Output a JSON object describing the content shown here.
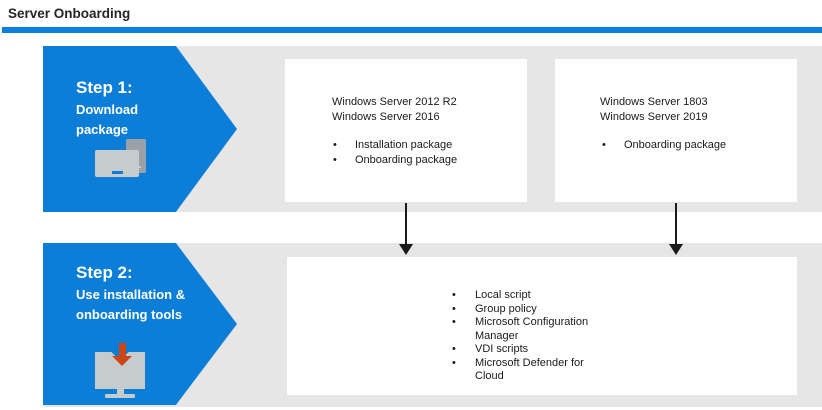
{
  "title": "Server Onboarding",
  "bullet_glyph": "•",
  "colors": {
    "accent_blue": "#0C7ED8",
    "rule_blue": "#0A80DD",
    "panel_gray": "#E6E6E6",
    "box_white": "#FFFFFF",
    "text_dark": "#1A1A1A",
    "arrow_black": "#1A1A1A",
    "icon_gray_light": "#C6CBCE",
    "icon_gray_dark": "#9BA1A6",
    "download_red": "#CB4717",
    "title_dark": "#252525"
  },
  "steps": [
    {
      "label": "Step 1:",
      "description_lines": [
        "Download package"
      ],
      "icon": "devices-icon"
    },
    {
      "label": "Step 2:",
      "description_lines": [
        "Use installation &",
        "onboarding tools"
      ],
      "icon": "monitor-download-icon"
    }
  ],
  "boxes": [
    {
      "titles": [
        "Windows Server 2012 R2",
        "Windows Server 2016"
      ],
      "bullets": [
        "Installation package",
        "Onboarding package"
      ]
    },
    {
      "titles": [
        "Windows Server 1803",
        "Windows Server 2019"
      ],
      "bullets": [
        "Onboarding package"
      ]
    },
    {
      "titles": [],
      "bullets": [
        "Local script",
        "Group policy",
        "Microsoft Configuration Manager",
        "VDI scripts",
        "Microsoft Defender for Cloud"
      ]
    }
  ]
}
